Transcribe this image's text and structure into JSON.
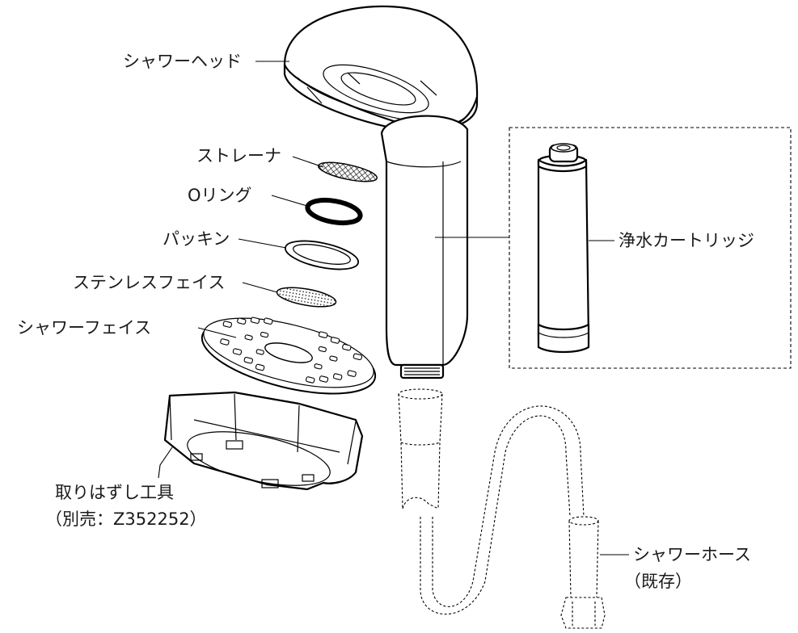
{
  "labels": {
    "shower_head": "シャワーヘッド",
    "strainer": "ストレーナ",
    "o_ring": "Oリング",
    "packing": "パッキン",
    "stainless_face": "ステンレスフェイス",
    "shower_face": "シャワーフェイス",
    "removal_tool": "取りはずし工具",
    "removal_tool_note": "（別売：Z352252）",
    "cartridge": "浄水カートリッジ",
    "shower_hose": "シャワーホース",
    "shower_hose_note": "（既存）"
  }
}
